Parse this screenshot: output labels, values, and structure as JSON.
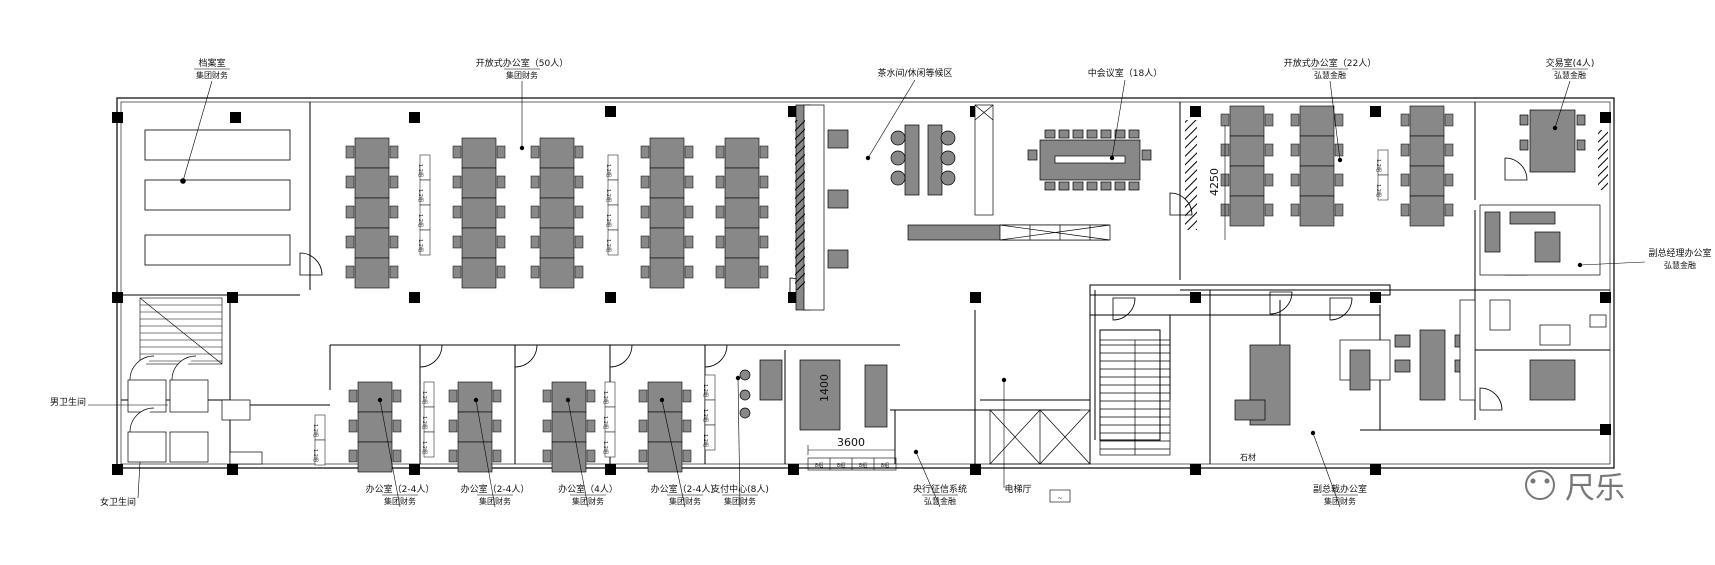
{
  "rooms": {
    "archive": {
      "name": "档案室",
      "dept": "集团财务"
    },
    "open_office_50": {
      "name": "开放式办公室（50人）",
      "dept": "集团财务"
    },
    "tea_area": {
      "name": "茶水间/休闲等候区"
    },
    "meeting_18": {
      "name": "中会议室（18人）"
    },
    "open_office_22": {
      "name": "开放式办公室（22人）",
      "dept": "弘慧金融"
    },
    "exchange_room": {
      "name": "交易室(4人)",
      "dept": "弘慧金融"
    },
    "deputy_gm": {
      "name": "副总经理办公室",
      "dept": "弘慧金融"
    },
    "mens_wc": {
      "name": "男卫生间"
    },
    "womens_wc": {
      "name": "女卫生间"
    },
    "office_a": {
      "name": "办公室（2-4人）",
      "dept": "集团财务"
    },
    "office_b": {
      "name": "办公室（2-4人）",
      "dept": "集团财务"
    },
    "office_c": {
      "name": "办公室（4人）",
      "dept": "集团财务"
    },
    "office_d": {
      "name": "办公室（2-4人）",
      "dept": "集团财务"
    },
    "payment_center": {
      "name": "支付中心(8人)",
      "dept": "集团财务"
    },
    "credit_system": {
      "name": "央行征信系统",
      "dept": "弘慧金融"
    },
    "elevator_hall": {
      "name": "电梯厅"
    },
    "vp_office": {
      "name": "副总裁办公室",
      "dept": "集团财务"
    }
  },
  "dimensions": {
    "d3600": "3600",
    "d1400": "1400",
    "d4250": "4250",
    "cab": "1.2组",
    "cab_row": [
      "8组",
      "8组",
      "8组",
      "8组"
    ]
  },
  "labels": {
    "stone": "石材",
    "elevator_box": "~"
  },
  "watermark": {
    "text": "尺乐"
  }
}
